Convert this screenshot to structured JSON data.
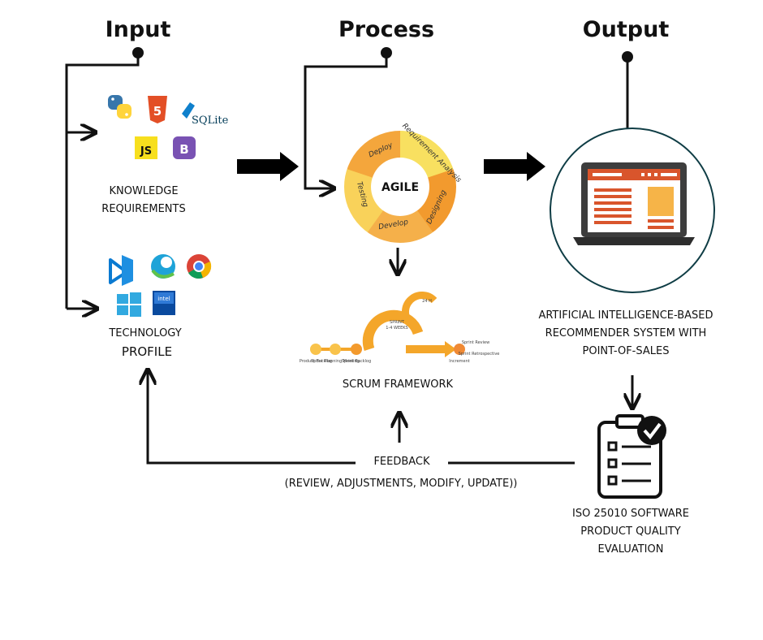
{
  "headings": {
    "input": "Input",
    "process": "Process",
    "output": "Output"
  },
  "input": {
    "knowledge_lines": [
      "KNOWLEDGE",
      "REQUIREMENTS"
    ],
    "tech_line1": "TECHNOLOGY",
    "tech_line2": "PROFILE",
    "icons": {
      "html5": "5",
      "sqlite": "SQLite",
      "js": "JS",
      "bootstrap": "B",
      "intel": "intel"
    }
  },
  "process": {
    "agile_center": "AGILE",
    "agile_segments": [
      "Deploy",
      "Requirement Analysis",
      "Designing",
      "Develop",
      "Testing"
    ],
    "scrum_label": "SCRUM FRAMEWORK",
    "scrum_tiny": {
      "sprint": "SPRINT",
      "weeks": "1-4 WEEKS",
      "hours": "24 H",
      "product_backlog": "Product Backlog",
      "sprint_planning": "Sprint Planning Meeting",
      "sprint_backlog": "Sprint Backlog",
      "increment": "Increment",
      "sprint_review": "Sprint Review",
      "sprint_retro": "Sprint Retrospective"
    }
  },
  "output": {
    "system_lines": [
      "ARTIFICIAL INTELLIGENCE-BASED",
      "RECOMMENDER SYSTEM WITH",
      "POINT-OF-SALES"
    ],
    "iso_lines": [
      "ISO 25010 SOFTWARE",
      "PRODUCT QUALITY",
      "EVALUATION"
    ]
  },
  "feedback": {
    "label": "FEEDBACK",
    "detail": "(REVIEW, ADJUSTMENTS, MODIFY, UPDATE))"
  },
  "colors": {
    "line": "#111111",
    "agile_orange": "#f29a2e",
    "agile_yellow": "#f6d84a",
    "laptop_red": "#d9552c",
    "circle_border": "#0f3d45"
  }
}
